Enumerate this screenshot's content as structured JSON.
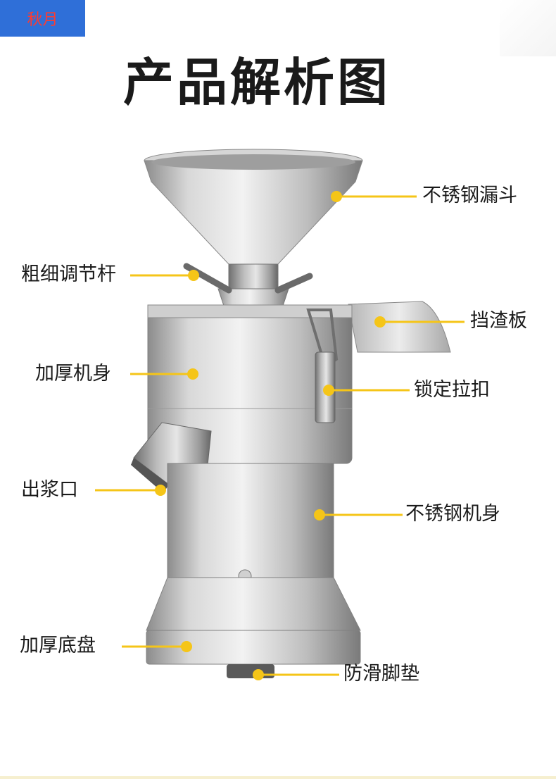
{
  "badge": {
    "text": "秋月"
  },
  "page": {
    "title": "产品解析图"
  },
  "colors": {
    "accent": "#f5c518",
    "badge": "#2f6fd8",
    "badge_text": "#ff3b30"
  },
  "labels": {
    "funnel": "不锈钢漏斗",
    "adjust_rod": "粗细调节杆",
    "splash_guard": "挡渣板",
    "body": "加厚机身",
    "lock_clasp": "锁定拉扣",
    "outlet": "出浆口",
    "steel_body": "不锈钢机身",
    "base": "加厚底盘",
    "feet": "防滑脚垫"
  }
}
